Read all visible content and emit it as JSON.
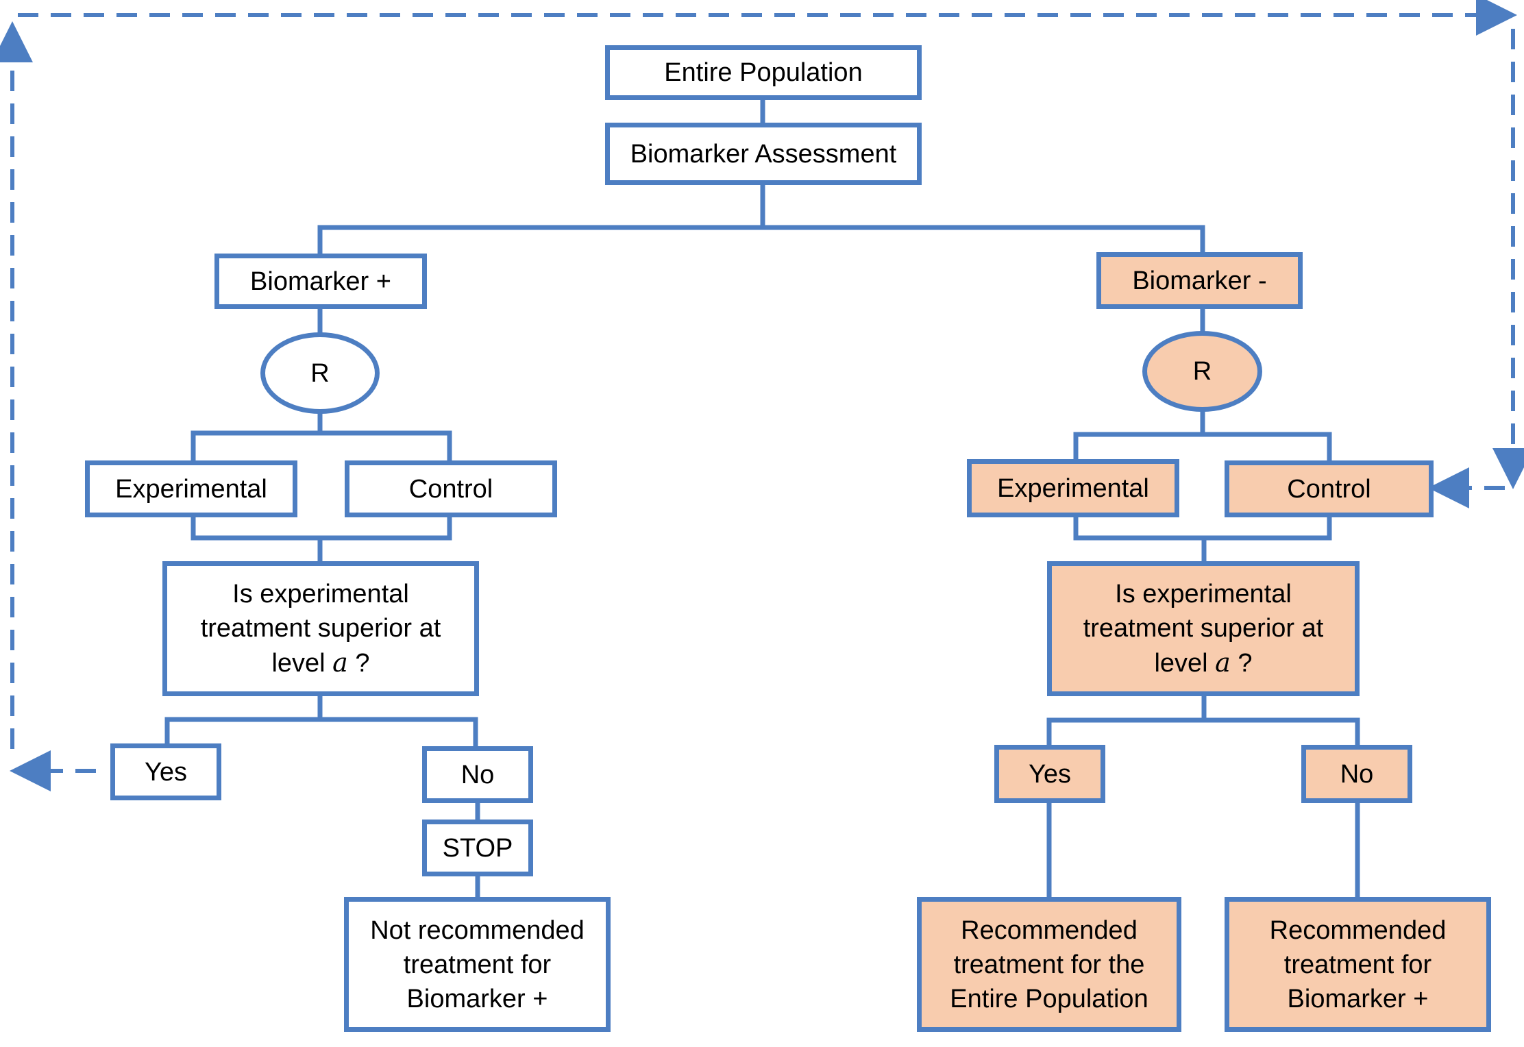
{
  "colors": {
    "line": "#4d7ec2",
    "shade": "#f8ccae",
    "text": "#000000"
  },
  "nodes": {
    "entire_population": "Entire Population",
    "biomarker_assessment": "Biomarker Assessment",
    "left": {
      "biomarker": "Biomarker +",
      "randomize": "R",
      "experimental": "Experimental",
      "control": "Control",
      "question_line1": "Is experimental",
      "question_line2": "treatment superior at",
      "question_line3_prefix": "level ",
      "question_alpha": "a",
      "question_suffix": " ?",
      "yes": "Yes",
      "no": "No",
      "stop": "STOP",
      "outcome": "Not recommended\ntreatment for\nBiomarker +"
    },
    "right": {
      "biomarker": "Biomarker -",
      "randomize": "R",
      "experimental": "Experimental",
      "control": "Control",
      "question_line1": "Is experimental",
      "question_line2": "treatment superior at",
      "question_line3_prefix": "level ",
      "question_alpha": "a",
      "question_suffix": " ?",
      "yes": "Yes",
      "no": "No",
      "outcome_yes": "Recommended\ntreatment for the\nEntire Population",
      "outcome_no": "Recommended\ntreatment for\nBiomarker +"
    }
  }
}
